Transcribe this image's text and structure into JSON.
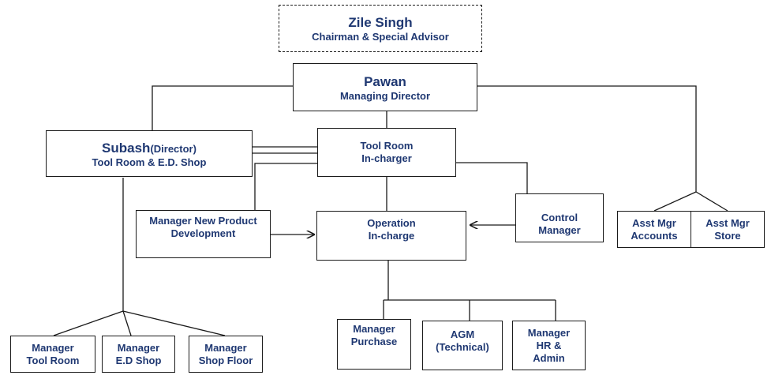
{
  "chairman": {
    "name": "Zile Singh",
    "title": "Chairman & Special Advisor"
  },
  "md": {
    "name": "Pawan",
    "title": "Managing Director"
  },
  "director": {
    "name": "Subash",
    "suffix": "(Director)",
    "title": "Tool Room & E.D. Shop"
  },
  "tool_room": {
    "label": "Tool Room\nIn-charger"
  },
  "npd": {
    "label": "Manager New Product\nDevelopment"
  },
  "operation": {
    "label": "Operation\nIn-charge"
  },
  "control": {
    "label": "Control\nManager"
  },
  "asst_accounts": {
    "label": "Asst Mgr\nAccounts"
  },
  "asst_store": {
    "label": "Asst Mgr\nStore"
  },
  "mgr_tool_room": {
    "label": "Manager\nTool Room"
  },
  "mgr_ed_shop": {
    "label": "Manager\nE.D Shop"
  },
  "mgr_shop_floor": {
    "label": "Manager\nShop Floor"
  },
  "mgr_purchase": {
    "label": "Manager\nPurchase"
  },
  "agm": {
    "label": "AGM\n(Technical)"
  },
  "mgr_hr": {
    "label": "Manager\nHR &\nAdmin"
  }
}
